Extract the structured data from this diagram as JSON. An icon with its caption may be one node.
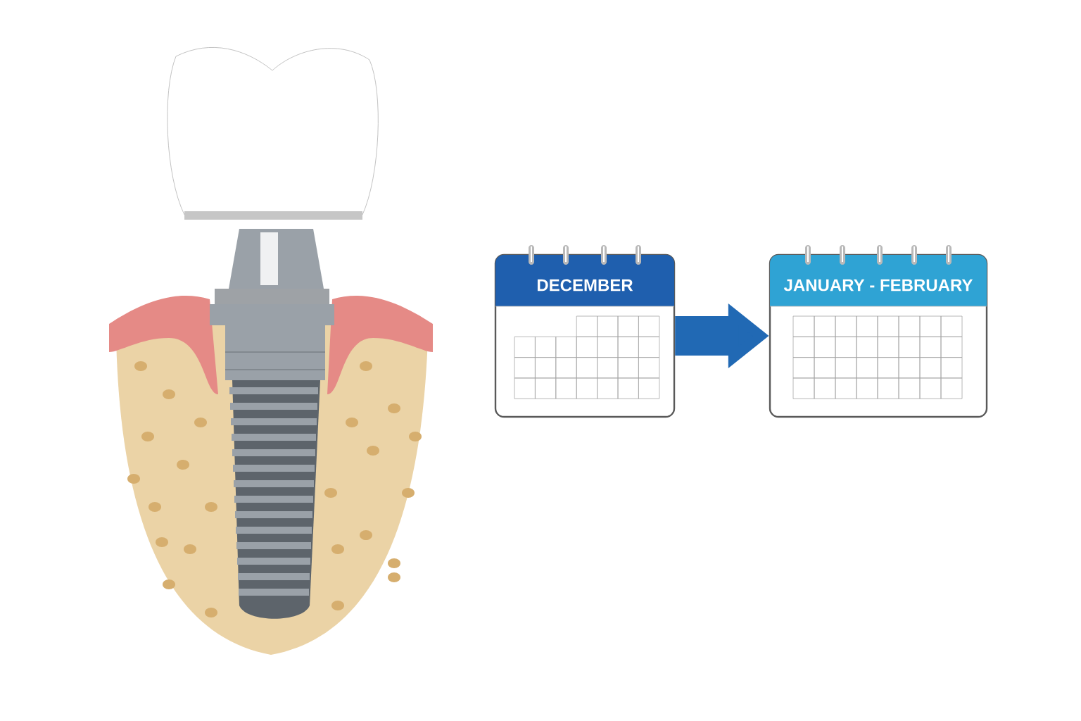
{
  "diagram": {
    "nodes": [
      {
        "text": [
          "DECEMBER"
        ]
      },
      {
        "text": [
          "JANUARY - FEBRUARY"
        ]
      }
    ],
    "edges": [
      {
        "from": 0,
        "to": 1,
        "arrow": "to"
      }
    ]
  }
}
